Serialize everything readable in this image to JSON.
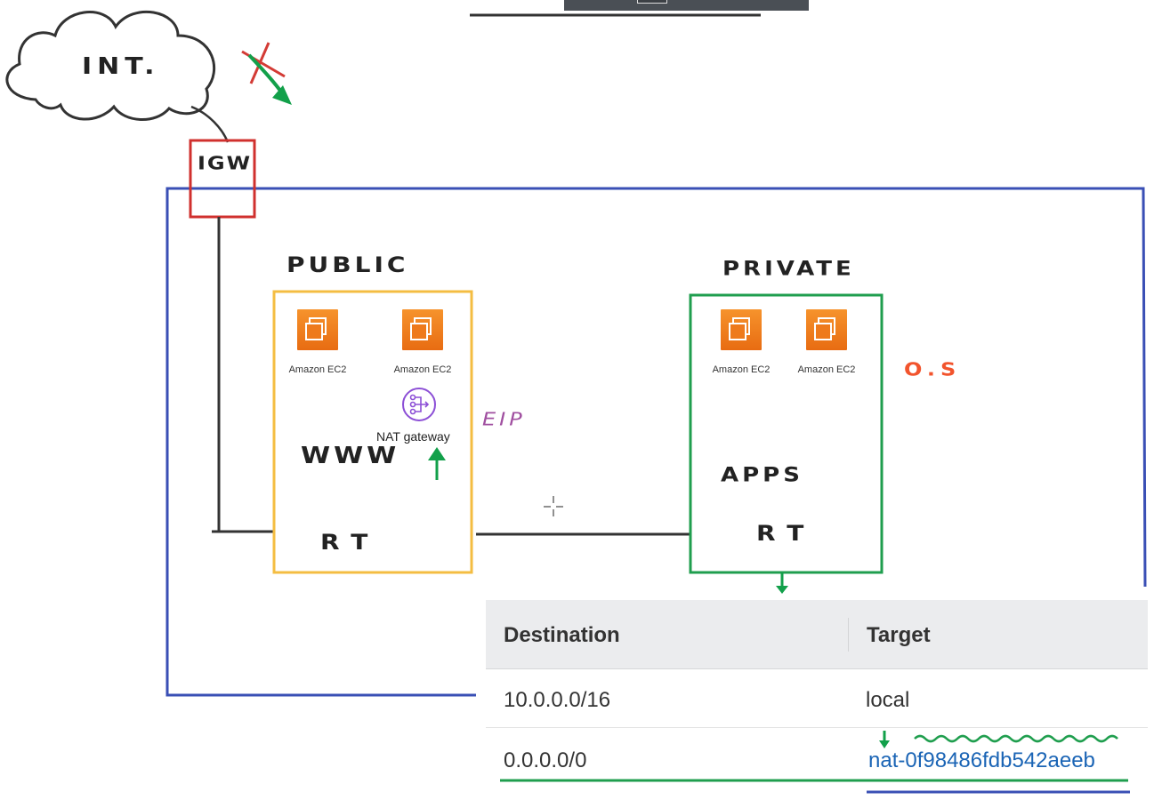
{
  "cloud": {
    "label": "INT."
  },
  "igw": {
    "label": "IGW"
  },
  "public_subnet": {
    "title": "PUBLIC",
    "instances": [
      {
        "label": "Amazon EC2"
      },
      {
        "label": "Amazon EC2"
      }
    ],
    "nat_gateway": {
      "label": "NAT gateway"
    },
    "www_label": "WWW",
    "rt_label": "RT"
  },
  "eip_label": "EIP",
  "private_subnet": {
    "title": "PRIVATE",
    "instances": [
      {
        "label": "Amazon EC2"
      },
      {
        "label": "Amazon EC2"
      }
    ],
    "apps_label": "APPS",
    "rt_label": "RT"
  },
  "os_label": "O.S",
  "route_table": {
    "headers": {
      "destination": "Destination",
      "target": "Target"
    },
    "rows": [
      {
        "destination": "10.0.0.0/16",
        "target": "local"
      },
      {
        "destination": "0.0.0.0/0",
        "target": "nat-0f98486fdb542aeeb"
      }
    ]
  },
  "colors": {
    "vpc_border": "#3a4fb5",
    "igw_box": "#d0302e",
    "public_box": "#f4bd42",
    "private_box": "#1f9e4e",
    "ec2_orange": "#ee7a1c",
    "nat_purple": "#8c4fd6",
    "eip_purple": "#a04fa0",
    "os_orange": "#f2542d",
    "red_x": "#d33b35",
    "green_arrow": "#12a04a",
    "link_blue": "#1a64b5"
  }
}
